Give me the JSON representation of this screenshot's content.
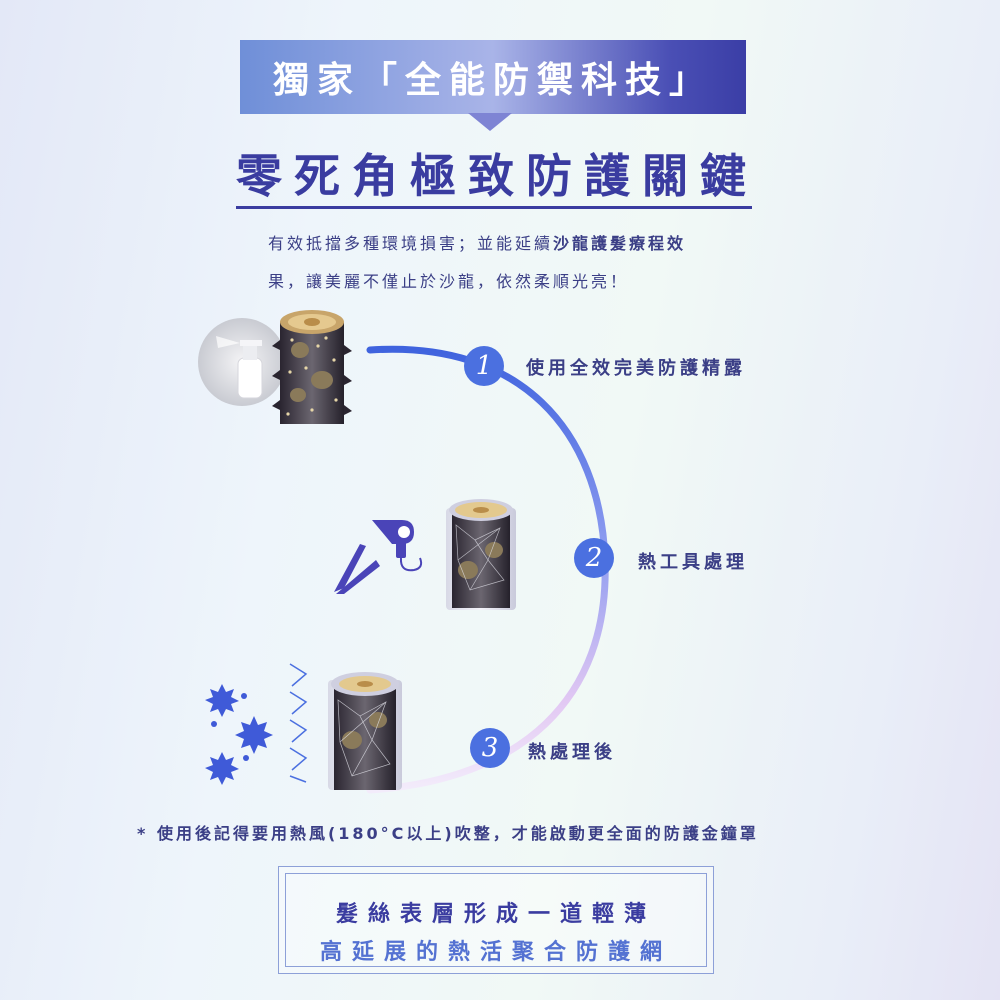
{
  "banner": {
    "text": "獨家「全能防禦科技」"
  },
  "title": "零死角極致防護關鍵",
  "description": {
    "line1_plain": "有效抵擋多種環境損害；並能延續",
    "line1_bold": "沙龍護髮療程效",
    "line2": "果，讓美麗不僅止於沙龍，依然柔順光亮！"
  },
  "steps": [
    {
      "number": "1",
      "label": "使用全效完美防護精露"
    },
    {
      "number": "2",
      "label": "熱工具處理"
    },
    {
      "number": "3",
      "label": "熱處理後"
    }
  ],
  "note": "* 使用後記得要用熱風(180°C以上)吹整，才能啟動更全面的防護金鐘罩",
  "box": {
    "line1": "髮絲表層形成一道輕薄",
    "line2": "高延展的熱活聚合防護網"
  },
  "colors": {
    "accent": "#4b70e0",
    "title": "#3a3ca0",
    "text": "#3b3f86",
    "tool": "#4a44b8"
  }
}
